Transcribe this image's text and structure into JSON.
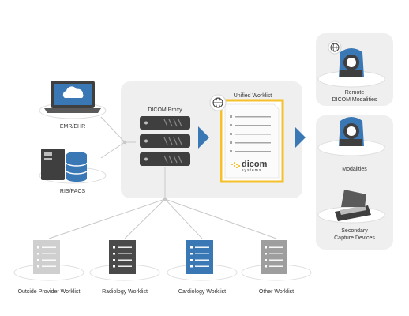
{
  "sources": {
    "emr": {
      "label": "EMR/EHR"
    },
    "ris": {
      "label": "RIS/PACS"
    }
  },
  "proxy": {
    "label": "DICOM Proxy"
  },
  "worklist": {
    "title": "Unified Worklist",
    "brand": "dicom",
    "brand_sub": "systems"
  },
  "right": {
    "remote": {
      "label_line1": "Remote",
      "label_line2": "DICOM Modalities"
    },
    "modalities": {
      "label": "Modalities"
    },
    "capture": {
      "label_line1": "Secondary",
      "label_line2": "Capture Devices"
    }
  },
  "bottom": [
    {
      "label": "Outside Provider Worklist",
      "color": "#c9c9c9"
    },
    {
      "label": "Radiology Worklist",
      "color": "#4a4a4a"
    },
    {
      "label": "Cardiology Worklist",
      "color": "#3a78b5"
    },
    {
      "label": "Other Worklist",
      "color": "#9e9e9e"
    }
  ],
  "colors": {
    "accent": "#3a78b5",
    "highlight": "#f5c02a",
    "panel": "#efefef",
    "line": "#c8c8c8",
    "dark": "#3f3f3f"
  },
  "icons": [
    "laptop-cloud-icon",
    "server-database-icon",
    "server-rack-icon",
    "worklist-document-icon",
    "globe-icon",
    "scanner-machine-icon",
    "flatbed-scanner-icon",
    "arrow-right-icon"
  ]
}
